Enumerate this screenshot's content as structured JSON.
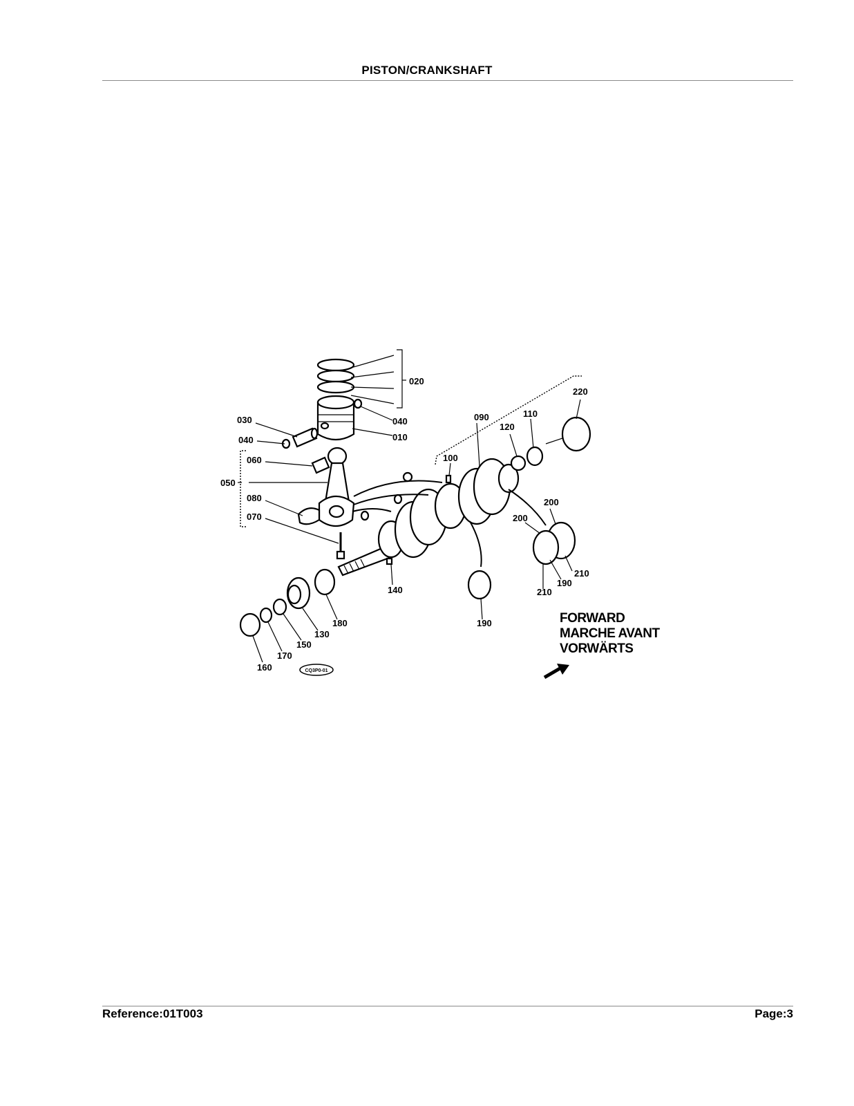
{
  "header": {
    "title": "PISTON/CRANKSHAFT"
  },
  "footer": {
    "reference": "Reference:01T003",
    "page": "Page:3"
  },
  "diagram": {
    "labels": {
      "p010": "010",
      "p020": "020",
      "p030": "030",
      "p040a": "040",
      "p040b": "040",
      "p050": "050",
      "p060": "060",
      "p070": "070",
      "p080": "080",
      "p090": "090",
      "p100": "100",
      "p110": "110",
      "p120": "120",
      "p130": "130",
      "p140": "140",
      "p150": "150",
      "p160": "160",
      "p170": "170",
      "p180": "180",
      "p190a": "190",
      "p190b": "190",
      "p200a": "200",
      "p200b": "200",
      "p210a": "210",
      "p210b": "210",
      "p220": "220"
    },
    "forward": {
      "line1": "FORWARD",
      "line2": "MARCHE AVANT",
      "line3": "VORWÄRTS"
    },
    "code": "CQ3P0-01"
  }
}
